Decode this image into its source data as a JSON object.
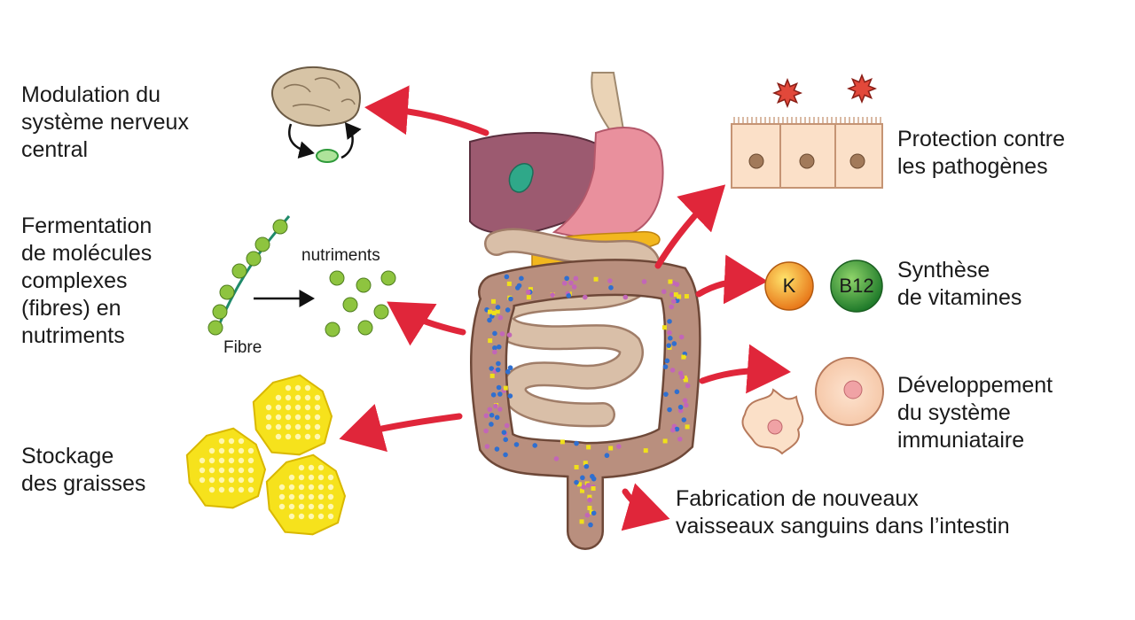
{
  "labels": {
    "modulation": "Modulation du\nsystème nerveux\ncentral",
    "fermentation": "Fermentation\nde molécules\ncomplexes\n(fibres) en\nnutriments",
    "nutriments": "nutriments",
    "fibre": "Fibre",
    "stockage": "Stockage\ndes graisses",
    "protection": "Protection contre\nles pathogènes",
    "synthese": "Synthèse\nde vitamines",
    "developpement": "Développement\ndu système\nimmuniataire",
    "fabrication": "Fabrication de nouveaux\nvaisseaux sanguins dans l’intestin"
  },
  "vitamins": {
    "k": "K",
    "b12": "B12"
  },
  "colors": {
    "arrow_red": "#e0263a",
    "liver": "#9c5a70",
    "stomach": "#e9909d",
    "intestine": "#c9a38e",
    "pancreas": "#f2b71e",
    "fat_yellow": "#f6e21c",
    "fibre_green": "#8ec43f",
    "vitamin_k": "#f39b1a",
    "vitamin_b12": "#3a9a3a"
  }
}
